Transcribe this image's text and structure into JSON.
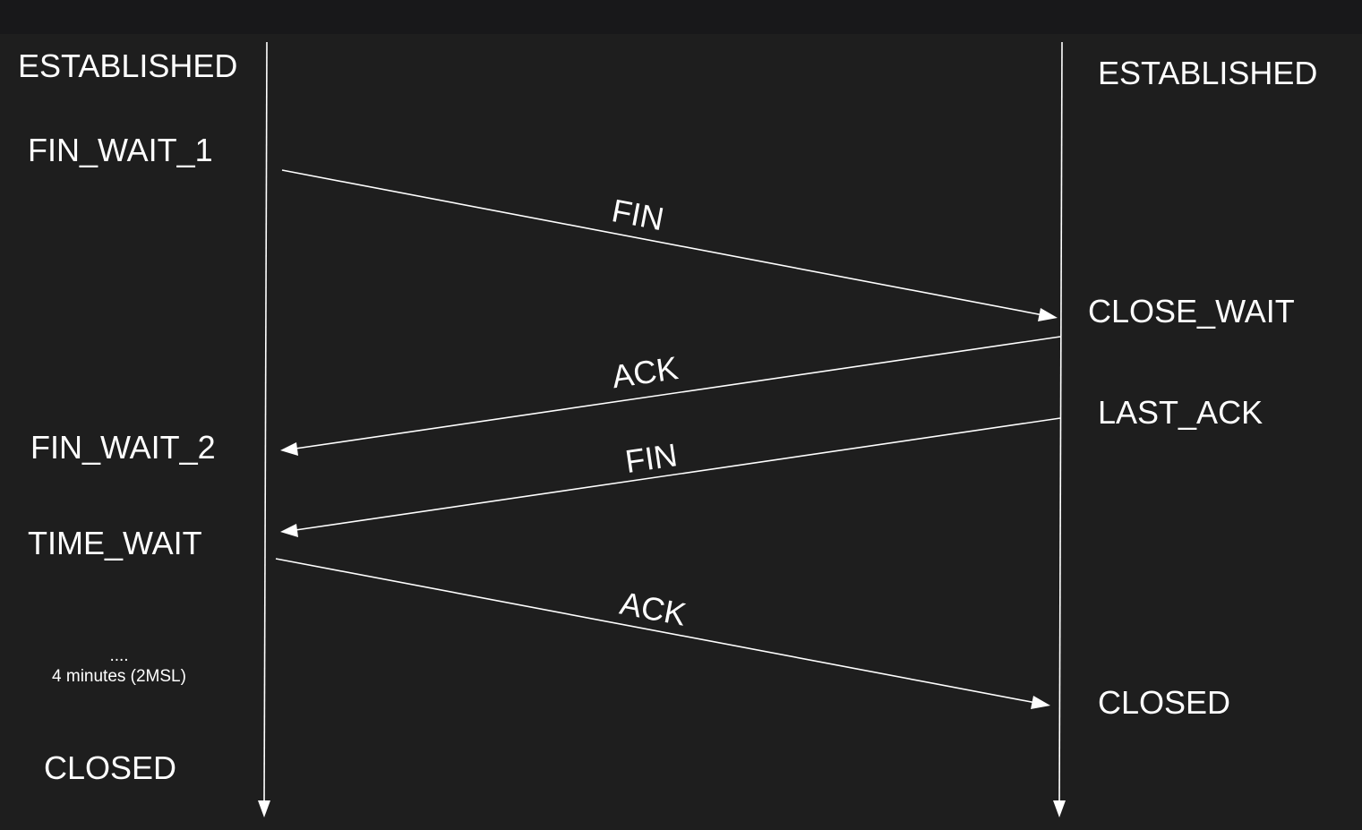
{
  "left_states": {
    "established": "ESTABLISHED",
    "fin_wait_1": "FIN_WAIT_1",
    "fin_wait_2": "FIN_WAIT_2",
    "time_wait": "TIME_WAIT",
    "closed": "CLOSED"
  },
  "right_states": {
    "established": "ESTABLISHED",
    "close_wait": "CLOSE_WAIT",
    "last_ack": "LAST_ACK",
    "closed": "CLOSED"
  },
  "messages": {
    "fin_1": "FIN",
    "ack_1": "ACK",
    "fin_2": "FIN",
    "ack_2": "ACK"
  },
  "wait_note": {
    "dots": "....",
    "duration": "4 minutes (2MSL)"
  },
  "colors": {
    "background": "#1e1e1e",
    "foreground": "#ffffff"
  }
}
